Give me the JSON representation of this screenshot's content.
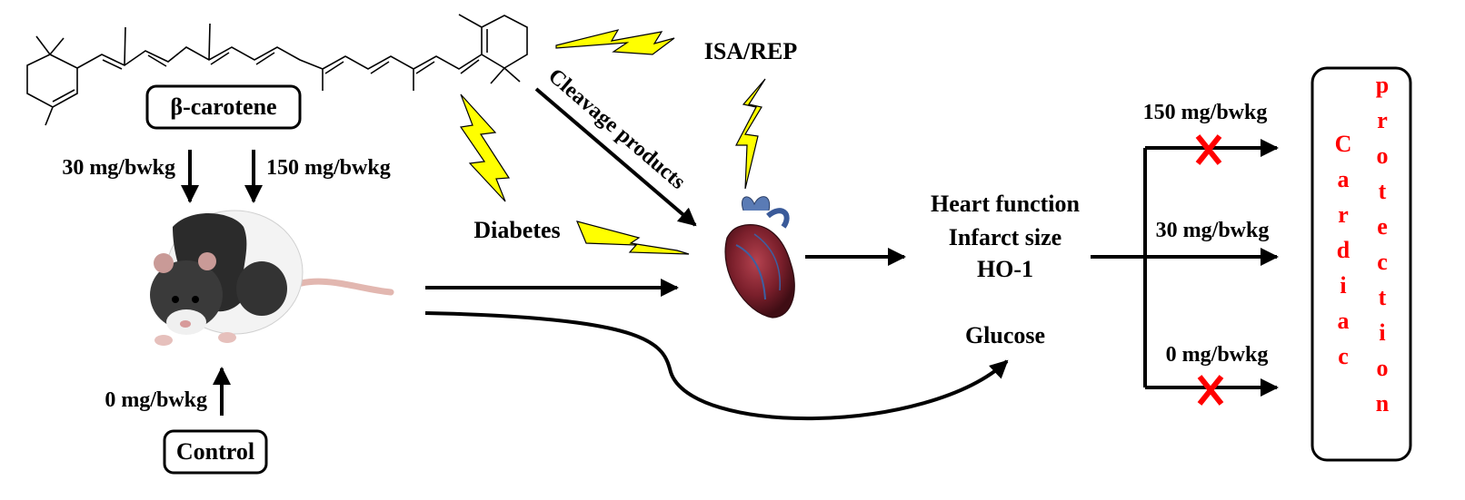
{
  "molecule": {
    "name": "β-carotene"
  },
  "doses": {
    "left_dose": "30 mg/bwkg",
    "right_dose": "150 mg/bwkg",
    "control_dose": "0 mg/bwkg"
  },
  "control": {
    "label": "Control"
  },
  "stressors": {
    "isa_rep": "ISA/REP",
    "diabetes": "Diabetes",
    "cleavage": "Cleavage products"
  },
  "outcomes": {
    "lines": [
      "Heart function",
      "Infarct size",
      "HO-1"
    ],
    "glucose": "Glucose"
  },
  "results": {
    "high": "150 mg/bwkg",
    "mid": "30 mg/bwkg",
    "zero": "0 mg/bwkg",
    "high_effect": "none",
    "mid_effect": "protective",
    "zero_effect": "none",
    "blocked_mark": "X"
  },
  "protection": {
    "word1": [
      "C",
      "a",
      "r",
      "d",
      "i",
      "a",
      "c"
    ],
    "word2": [
      "p",
      "r",
      "o",
      "t",
      "e",
      "c",
      "t",
      "i",
      "o",
      "n"
    ]
  },
  "colors": {
    "lightning": "#ffff00",
    "cross": "#ff0000",
    "protection_text": "#ff0000",
    "heart": "#7a1f2b"
  },
  "icons": [
    "rat-image",
    "heart-image",
    "lightning-icon",
    "cross-icon"
  ]
}
